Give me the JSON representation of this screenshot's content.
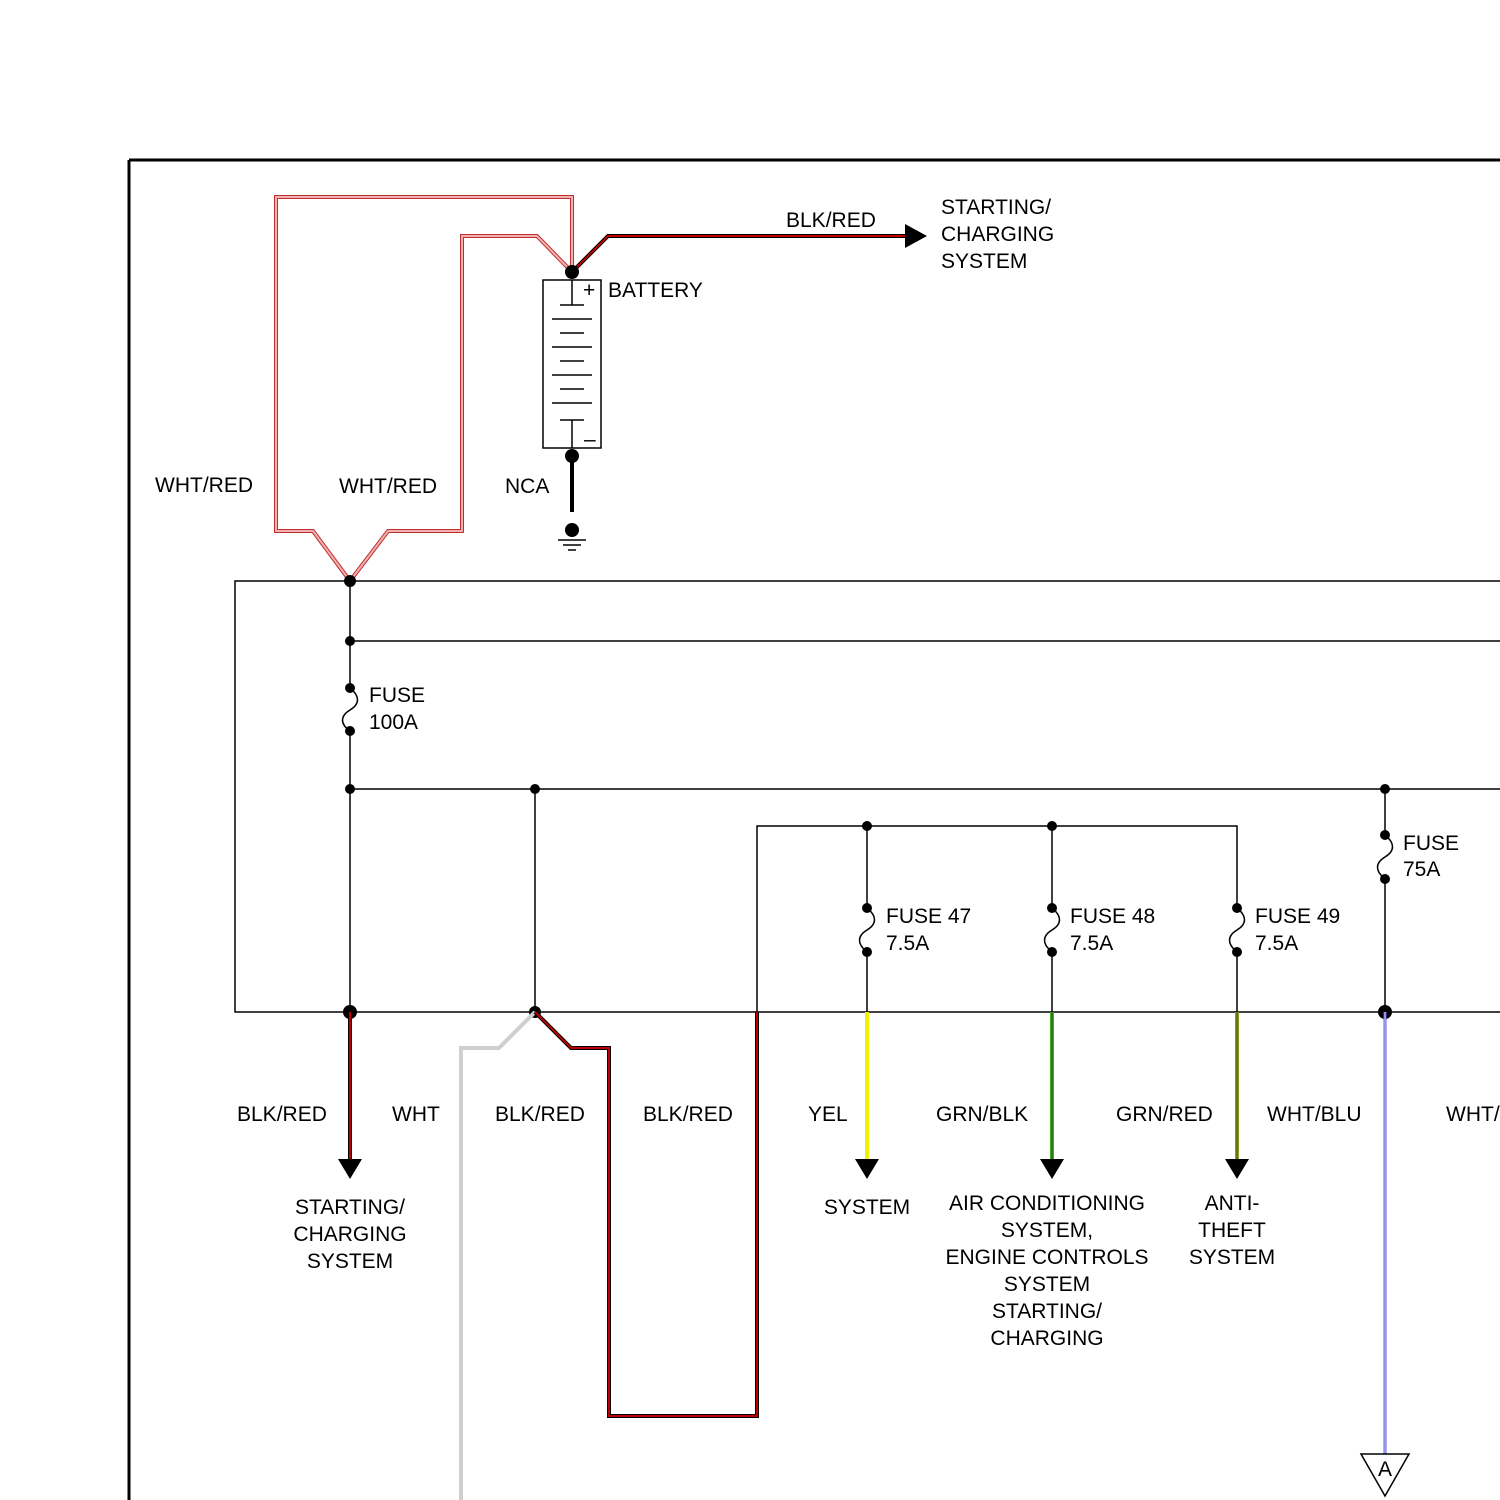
{
  "battery": {
    "label": "BATTERY",
    "plus": "+",
    "minus": "–"
  },
  "ground_wire": "NCA",
  "top_wires": {
    "blk_red": "BLK/RED",
    "wht_red_left": "WHT/RED",
    "wht_red_right": "WHT/RED"
  },
  "top_destination": [
    "STARTING/",
    "CHARGING",
    "SYSTEM"
  ],
  "fuses": {
    "main": {
      "name": "FUSE",
      "rating": "100A"
    },
    "f75": {
      "name": "FUSE",
      "rating": "75A"
    },
    "f47": {
      "name": "FUSE 47",
      "rating": "7.5A"
    },
    "f48": {
      "name": "FUSE 48",
      "rating": "7.5A"
    },
    "f49": {
      "name": "FUSE 49",
      "rating": "7.5A"
    }
  },
  "bottom_wires": {
    "w1": "BLK/RED",
    "w2": "WHT",
    "w3": "BLK/RED",
    "w4": "BLK/RED",
    "w5": "YEL",
    "w6": "GRN/BLK",
    "w7": "GRN/RED",
    "w8": "WHT/BLU",
    "w9": "WHT/"
  },
  "destinations": {
    "d1": [
      "STARTING/",
      "CHARGING",
      "SYSTEM"
    ],
    "d2": [
      "SYSTEM"
    ],
    "d3": [
      "AIR CONDITIONING",
      "SYSTEM,",
      "ENGINE CONTROLS",
      "SYSTEM",
      "STARTING/",
      "CHARGING"
    ],
    "d4": [
      "ANTI-",
      "THEFT",
      "SYSTEM"
    ]
  },
  "connector": "A",
  "colors": {
    "blk_red": "#c00000",
    "wht_red": "#e08080",
    "wht": "#cccccc",
    "yel": "#f0f000",
    "grn_blk": "#40b020",
    "grn_red": "#909020",
    "wht_blu": "#6060e0"
  }
}
